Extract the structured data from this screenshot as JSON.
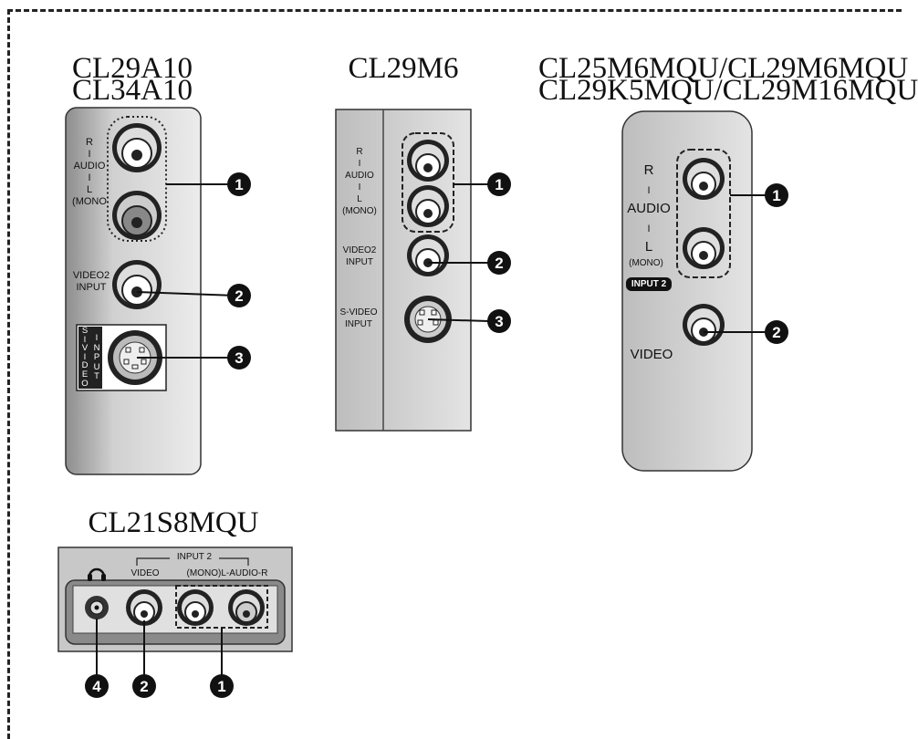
{
  "titles": {
    "a10_line1": "CL29A10",
    "a10_line2": "CL34A10",
    "m6": "CL29M6",
    "mqu_line1": "CL25M6MQU/CL29M6MQU",
    "mqu_line2": "CL29K5MQU/CL29M16MQU",
    "s8": "CL21S8MQU"
  },
  "panel_a10": {
    "audio": "R\nI\nAUDIO\nI\nL\n(MONO",
    "video2": "VIDEO2\nINPUT",
    "svideo_left": "S\nI\nV\nI\nD\nE\nO",
    "svideo_right": "I\nN\nP\nU\nT"
  },
  "panel_m6": {
    "audio": "R\nI\nAUDIO\nI\nL\n(MONO)",
    "video2": "VIDEO2\nINPUT",
    "svideo": "S-VIDEO\nINPUT"
  },
  "panel_mqu": {
    "r": "R",
    "sep": "I",
    "audio": "AUDIO",
    "l": "L",
    "mono": "(MONO)",
    "input2": "INPUT 2",
    "video": "VIDEO"
  },
  "panel_s8": {
    "input2": "INPUT 2",
    "video": "VIDEO",
    "audio": "(MONO)L-AUDIO-R"
  },
  "callouts": {
    "one": "1",
    "two": "2",
    "three": "3",
    "four": "4"
  }
}
